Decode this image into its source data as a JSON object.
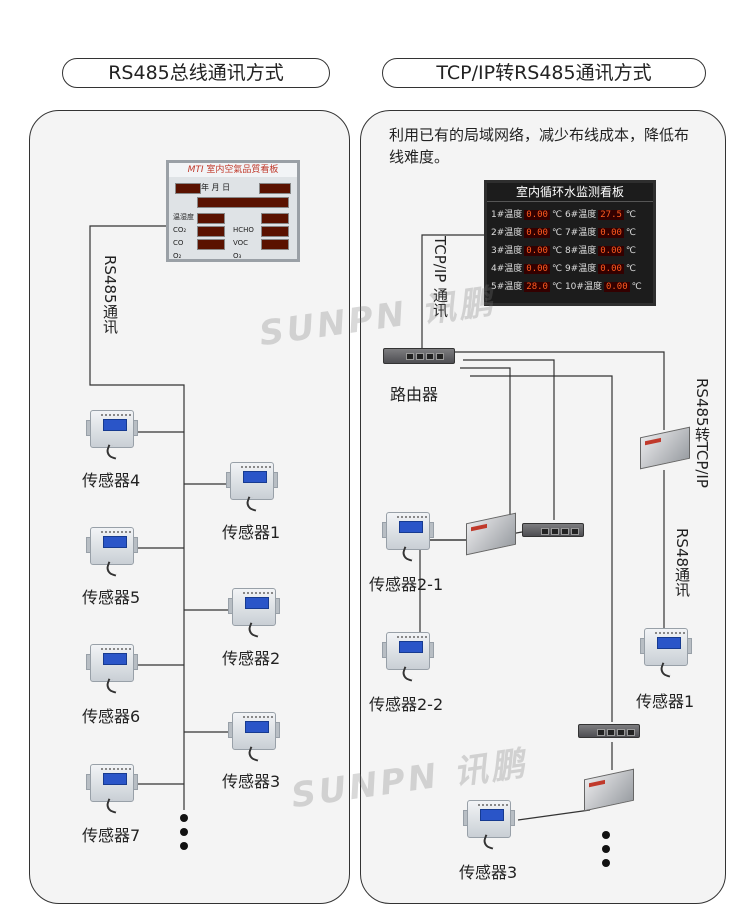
{
  "left_section": {
    "title": "RS485总线通讯方式",
    "bus_label": "RS485通讯",
    "sensors": [
      "传感器4",
      "传感器1",
      "传感器5",
      "传感器2",
      "传感器6",
      "传感器3",
      "传感器7"
    ]
  },
  "right_section": {
    "title": "TCP/IP转RS485通讯方式",
    "description": "利用已有的局域网络，减少布线成本，降低布线难度。",
    "tcp_label": "TCP/IP 通讯",
    "router_label": "路由器",
    "converter_label": "RS485转TCP/IP",
    "rs48_label": "RS48通讯",
    "sensors": [
      "传感器2-1",
      "传感器2-2",
      "传感器1",
      "传感器3"
    ]
  },
  "display_board_left": {
    "title": "室内空氣品質看板",
    "brand": "MTI",
    "date_text": "年 月 日",
    "fields": [
      "温湿度",
      "CO₂",
      "CO",
      "O₂",
      "HCHO",
      "VOC",
      "O₃"
    ]
  },
  "display_board_right": {
    "title": "室内循环水监测看板",
    "rows": [
      {
        "l": "1#温度",
        "lv": "0.00",
        "r": "6#温度",
        "rv": "27.5"
      },
      {
        "l": "2#温度",
        "lv": "0.00",
        "r": "7#温度",
        "rv": "0.00"
      },
      {
        "l": "3#温度",
        "lv": "0.00",
        "r": "8#温度",
        "rv": "0.00"
      },
      {
        "l": "4#温度",
        "lv": "0.00",
        "r": "9#温度",
        "rv": "0.00"
      },
      {
        "l": "5#温度",
        "lv": "28.0",
        "r": "10#温度",
        "rv": "0.00"
      }
    ],
    "unit": "℃"
  },
  "watermark": "SUNPN 讯鹏",
  "colors": {
    "panel_bg": "#f4f4f4",
    "line": "#333333",
    "led": "#ff5a1f"
  }
}
